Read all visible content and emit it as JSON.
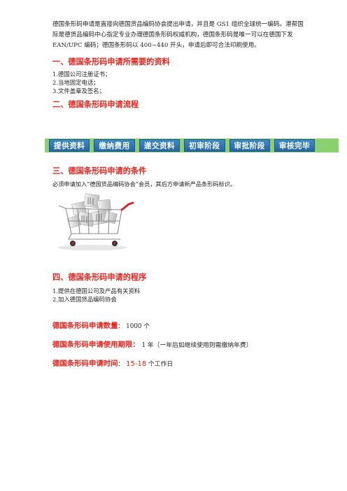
{
  "intro": "德国条形码申请是直接向德国货品编码协会提出申请，并且是 GS1 组织全球统一编码。港帮国际是德货品编码中心指定专业办理德国条形码权威机构，德国条形码是唯一可以在德国下发 EAN/UPC 编码；德国条形码以 400~440 开头，申请后即可合法印刷使用。",
  "s1": {
    "title": "一、德国条形码申请所需要的资料",
    "items": [
      "1.德国公司注册证书；",
      "2.当地固定电话；",
      "3.文件盖章及签名；"
    ]
  },
  "s2": {
    "title": "二、德国条形码申请流程",
    "steps": [
      "提供资料",
      "缴纳费用",
      "递交资料",
      "初审阶段",
      "审批阶段",
      "审核完毕"
    ]
  },
  "s3": {
    "title": "三、德国条形码申请的条件",
    "text": "必须申请加入“德国货品编码协会”会员，其后方申请新产品条形码标识。"
  },
  "s4": {
    "title": "四、德国条形码申请的程序",
    "items": [
      "1.提供在德国公司及产品有关资料",
      "2.加入德国货品编码协会"
    ]
  },
  "info": {
    "qty_label": "德国条形码申请数量",
    "qty_sep": "：",
    "qty_value": "1000 个",
    "period_label": "德国条形码申请使用期限",
    "period_sep": "：",
    "period_value": "1 年（一年后如继续使用则需缴纳年费）",
    "time_label": "德国条形码申请时间",
    "time_sep": "：",
    "time_value": "15-18",
    "time_unit": "个工作日"
  },
  "colors": {
    "heading": "#e8241c",
    "bar": "#8ad06d",
    "step": "#2566a8"
  }
}
